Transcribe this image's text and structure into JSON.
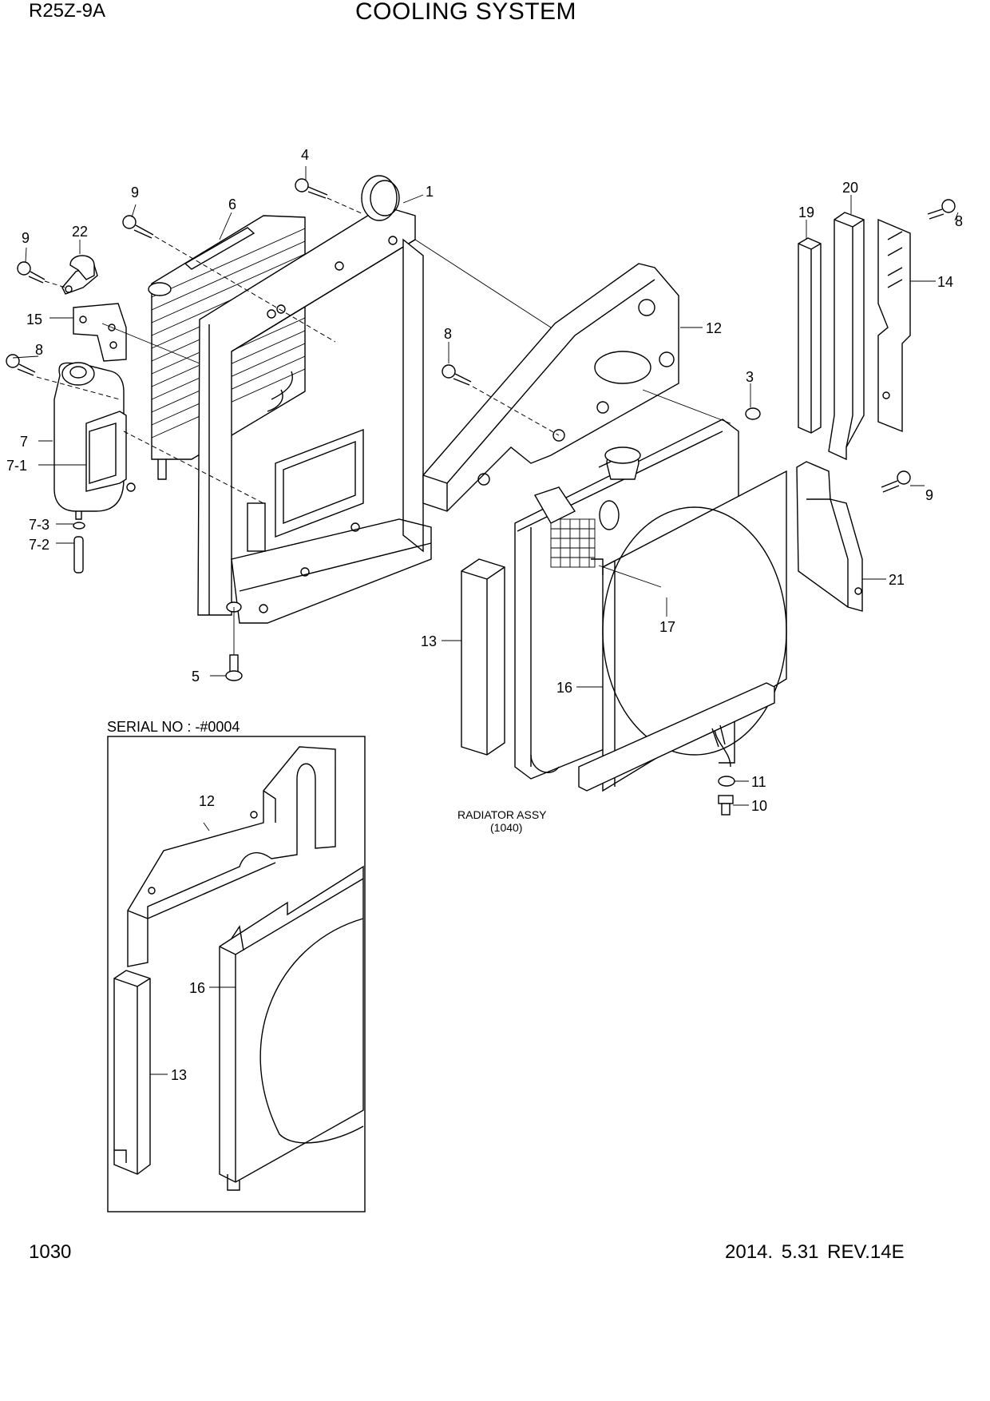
{
  "header": {
    "model": "R25Z-9A",
    "title": "COOLING SYSTEM"
  },
  "footer": {
    "page": "1030",
    "revision": "2014. 5.31  REV.14E"
  },
  "inset": {
    "caption": "SERIAL NO : -#0004"
  },
  "assembly_note": {
    "name": "RADIATOR ASSY",
    "ref": "(1040)"
  },
  "callouts": {
    "c1": "1",
    "c3": "3",
    "c4": "4",
    "c5": "5",
    "c6": "6",
    "c7": "7",
    "c7_1": "7-1",
    "c7_2": "7-2",
    "c7_3": "7-3",
    "c8a": "8",
    "c8b": "8",
    "c8c": "8",
    "c9a": "9",
    "c9b": "9",
    "c9c": "9",
    "c10": "10",
    "c11": "11",
    "c12": "12",
    "c13": "13",
    "c14": "14",
    "c15": "15",
    "c16": "16",
    "c17": "17",
    "c19": "19",
    "c20": "20",
    "c21": "21",
    "c22": "22",
    "i12": "12",
    "i13": "13",
    "i16": "16"
  }
}
